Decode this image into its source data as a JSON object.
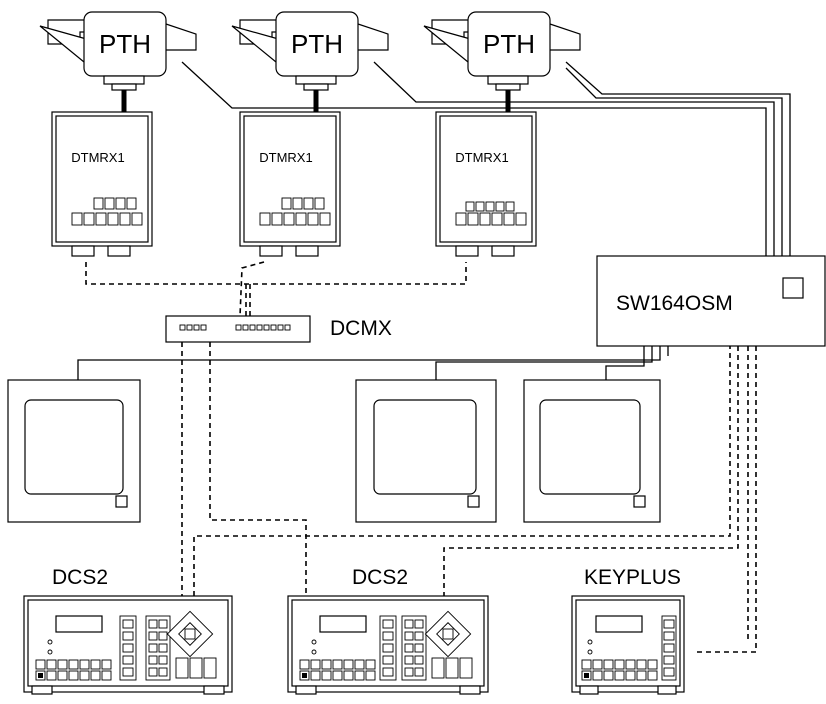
{
  "cameras": [
    {
      "label": "PTH"
    },
    {
      "label": "PTH"
    },
    {
      "label": "PTH"
    }
  ],
  "receivers": [
    {
      "label": "DTMRX1"
    },
    {
      "label": "DTMRX1"
    },
    {
      "label": "DTMRX1"
    }
  ],
  "switcher": {
    "label": "SW164OSM"
  },
  "data_converter": {
    "label": "DCMX"
  },
  "keyboards": [
    {
      "label": "DCS2"
    },
    {
      "label": "DCS2"
    },
    {
      "label": "KEYPLUS"
    }
  ]
}
